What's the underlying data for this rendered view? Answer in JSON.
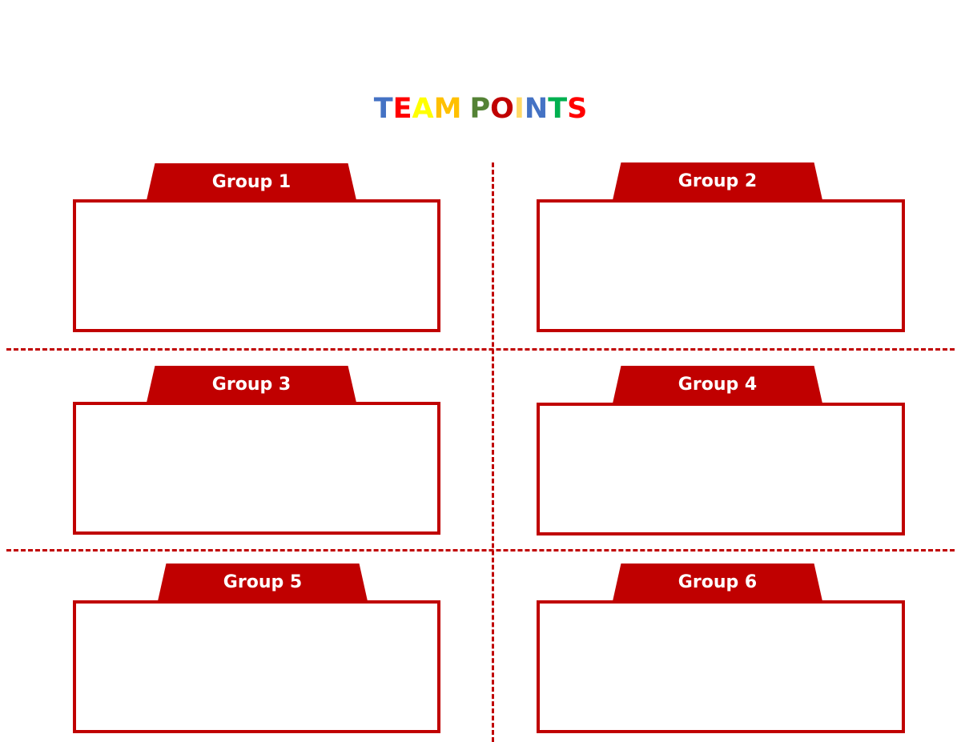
{
  "title": {
    "letters": [
      {
        "char": "T",
        "color": "#4472c4"
      },
      {
        "char": "E",
        "color": "#ff0000"
      },
      {
        "char": "A",
        "color": "#ffff00"
      },
      {
        "char": "M",
        "color": "#ffc000"
      },
      {
        "char": " ",
        "color": "#ffffff"
      },
      {
        "char": "P",
        "color": "#548235"
      },
      {
        "char": "O",
        "color": "#c00000"
      },
      {
        "char": "I",
        "color": "#ffd966"
      },
      {
        "char": "N",
        "color": "#4472c4"
      },
      {
        "char": "T",
        "color": "#00b050"
      },
      {
        "char": "S",
        "color": "#ff0000"
      }
    ]
  },
  "accent_color": "#c00000",
  "groups": [
    {
      "label": "Group 1"
    },
    {
      "label": "Group 2"
    },
    {
      "label": "Group 3"
    },
    {
      "label": "Group 4"
    },
    {
      "label": "Group 5"
    },
    {
      "label": "Group 6"
    }
  ]
}
